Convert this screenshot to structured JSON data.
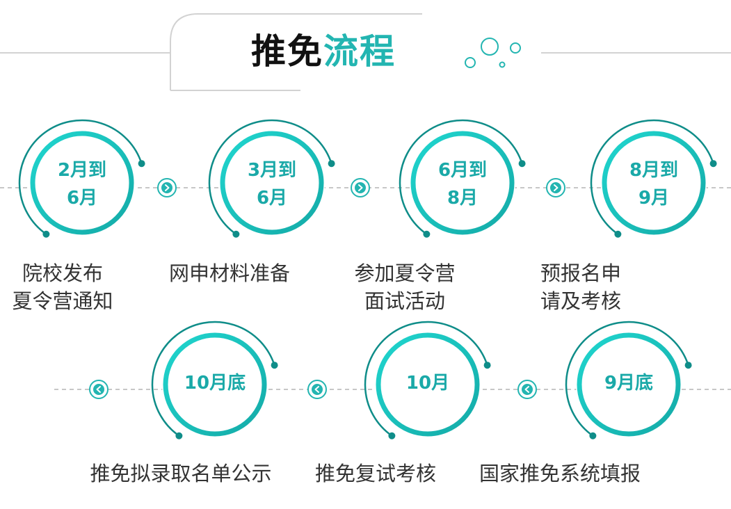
{
  "title": {
    "dark": "推免",
    "accent": "流程"
  },
  "colors": {
    "teal": "#23b5b1",
    "teal_dark": "#0f8d89",
    "dash": "#c7c7c7",
    "title_line": "#d2d2d2",
    "text": "#333333"
  },
  "row1": [
    {
      "date": [
        "2月到",
        "6月"
      ],
      "label": [
        "院校发布",
        "夏令营通知"
      ]
    },
    {
      "date": [
        "3月到",
        "6月"
      ],
      "label": [
        "网申材料准备"
      ]
    },
    {
      "date": [
        "6月到",
        "8月"
      ],
      "label": [
        "参加夏令营",
        "面试活动"
      ]
    },
    {
      "date": [
        "8月到",
        "9月"
      ],
      "label": [
        "预报名申",
        "请及考核"
      ]
    }
  ],
  "row2": [
    {
      "date": [
        "10月底"
      ],
      "label": [
        "推免拟录取名单公示"
      ]
    },
    {
      "date": [
        "10月"
      ],
      "label": [
        "推免复试考核"
      ]
    },
    {
      "date": [
        "9月底"
      ],
      "label": [
        "国家推免系统填报"
      ]
    }
  ]
}
